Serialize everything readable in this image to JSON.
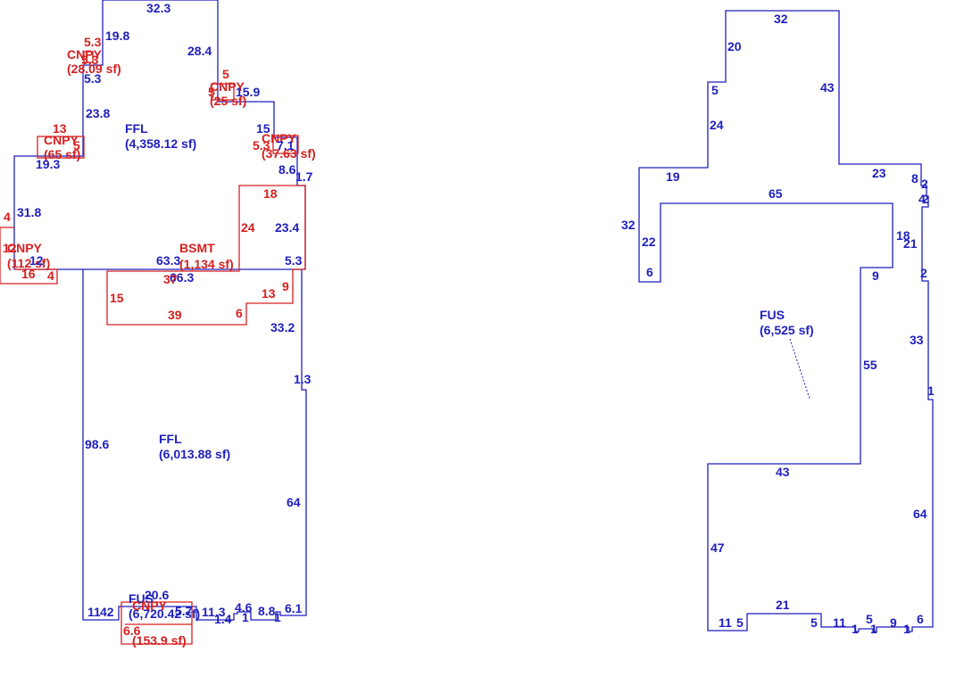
{
  "colors": {
    "floor": "#1f1fbf",
    "feature": "#d62020",
    "background": "#ffffff"
  },
  "left_sketch": {
    "upper_area": {
      "code": "FFL",
      "area": "(4,358.12 sf)"
    },
    "lower_area": {
      "code": "FFL",
      "area": "(6,013.88 sf)"
    },
    "basement": {
      "code": "BSMT",
      "area": "(1,134 sf)"
    },
    "canopy_1": {
      "code": "CNPY",
      "area": "(28.09 sf)"
    },
    "canopy_2": {
      "code": "CNPY",
      "area": "(25 sf)"
    },
    "canopy_3": {
      "code": "CNPY",
      "area": "(65 sf)"
    },
    "canopy_4": {
      "code": "CNPY",
      "area": "(37.63 sf)"
    },
    "canopy_5": {
      "code": "CNPY",
      "area": "(112 sf)"
    },
    "cluster": {
      "code_a": "FUS",
      "code_b": "CNPY",
      "area_a": "(6,720.42 sf)",
      "area_b": "(153.9 sf)",
      "dim": "20.6",
      "dim2": "5.7",
      "dim3": "6.6"
    },
    "dims_blue": [
      "32.3",
      "19.8",
      "28.4",
      "5.3",
      "23.8",
      "15.9",
      "15",
      "7.1",
      "8.6",
      "1.7",
      "19.3",
      "31.8",
      "12",
      "63.3",
      "66.3",
      "23.4",
      "5.3",
      "33.2",
      "1.3",
      "98.6",
      "64",
      "11",
      "42",
      "11.3",
      "1.4",
      "4.6",
      "1",
      "8.8",
      "1",
      "6.1"
    ],
    "dims_red": [
      "5.3",
      "5.3",
      "5",
      "5",
      "13",
      "5",
      "5.3",
      "18",
      "24",
      "4",
      "12",
      "16",
      "4",
      "37",
      "15",
      "13",
      "9",
      "39",
      "6"
    ]
  },
  "right_sketch": {
    "area": {
      "code": "FUS",
      "area": "(6,525 sf)"
    },
    "dims": [
      "32",
      "20",
      "5",
      "43",
      "24",
      "19",
      "23",
      "8",
      "2",
      "4",
      "2",
      "65",
      "32",
      "22",
      "18",
      "21",
      "6",
      "9",
      "2",
      "55",
      "33",
      "1",
      "43",
      "64",
      "47",
      "21",
      "11",
      "5",
      "5",
      "11",
      "5",
      "1",
      "1",
      "9",
      "1",
      "6"
    ]
  }
}
